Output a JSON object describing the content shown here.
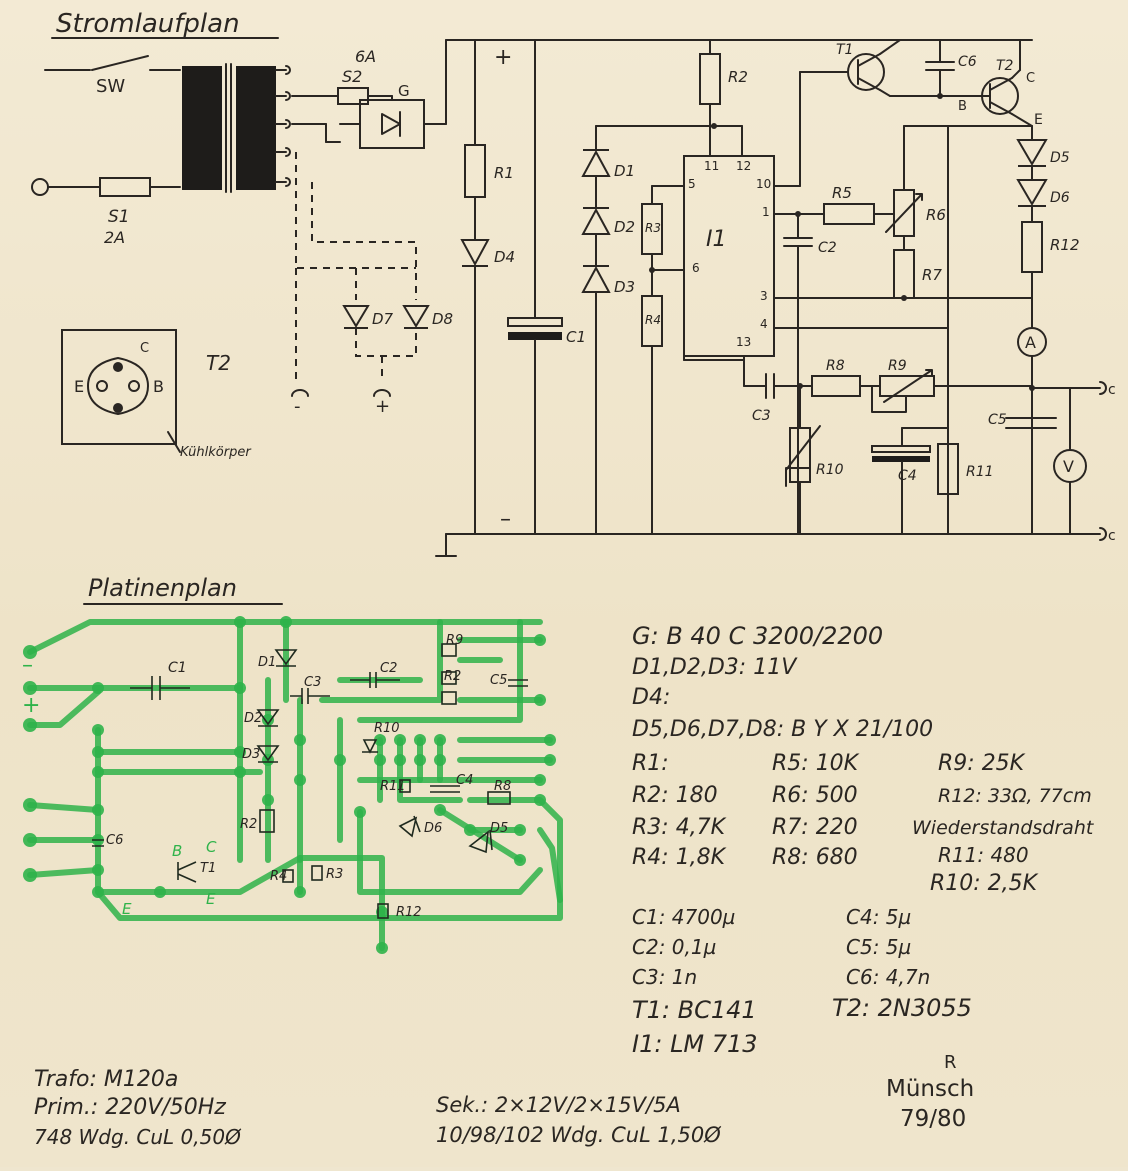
{
  "titles": {
    "schematic": "Stromlaufplan",
    "pcb": "Platinenplan"
  },
  "schematic_labels": {
    "sw": "SW",
    "s1": "S1",
    "s1_rating": "2A",
    "s2": "S2",
    "s2_rating": "6A",
    "g": "G",
    "plus": "+",
    "minus": "–",
    "r1": "R1",
    "r2": "R2",
    "r3": "R3",
    "r4": "R4",
    "r5": "R5",
    "r6": "R6",
    "r7": "R7",
    "r8": "R8",
    "r9": "R9",
    "r10": "R10",
    "r11": "R11",
    "r12": "R12",
    "d1": "D1",
    "d2": "D2",
    "d3": "D3",
    "d4": "D4",
    "d5": "D5",
    "d6": "D6",
    "d7": "D7",
    "d8": "D8",
    "c1": "C1",
    "c2": "C2",
    "c3": "C3",
    "c4": "C4",
    "c5": "C5",
    "c6": "C6",
    "t1": "T1",
    "t2": "T2",
    "i1": "I1",
    "pin11": "11",
    "pin12": "12",
    "pin5": "5",
    "pin10": "10",
    "pin1": "1",
    "pin6": "6",
    "pin3": "3",
    "pin4": "4",
    "pin13": "13",
    "b": "B",
    "c": "C",
    "e": "E",
    "ammeter": "A",
    "voltmeter": "V",
    "out_c1": "c",
    "out_c2": "c",
    "ac_minus": "-",
    "ac_plus": "+"
  },
  "inset": {
    "label": "T2",
    "e": "E",
    "b": "B",
    "c": "C",
    "heatsink": "Kühlkörper"
  },
  "pcb_labels": {
    "c1": "C1",
    "d1": "D1",
    "d2": "D2",
    "d3": "D3",
    "c2": "C2",
    "c3": "C3",
    "r9": "R9",
    "r2l": "R2",
    "c5": "C5",
    "r10": "R10",
    "r11": "R11",
    "c4": "C4",
    "r8": "R8",
    "r2": "R2",
    "d6": "D6",
    "d5": "D5",
    "c6": "C6",
    "t1": "T1",
    "r4": "R4",
    "r3": "R3",
    "r12": "R12",
    "b": "B",
    "c": "C",
    "e": "E",
    "plus": "+",
    "minus": "–",
    "e2": "E"
  },
  "parts": {
    "g": "G: B 40  C 3200/2200",
    "d123": "D1,D2,D3:  11V",
    "d4": "D4:",
    "d5678": "D5,D6,D7,D8:  B Y X  21/100",
    "r1": "R1:",
    "r5": "R5: 10K",
    "r9": "R9: 25K",
    "r2": "R2: 180",
    "r6": "R6: 500",
    "r12": "R12: 33Ω, 77cm",
    "r3": "R3: 4,7K",
    "r7": "R7: 220",
    "wire": "Wiederstandsdraht",
    "r4": "R4: 1,8K",
    "r8": "R8: 680",
    "r11": "R11: 480",
    "r10": "R10: 2,5K",
    "c1": "C1: 4700µ",
    "c4": "C4: 5µ",
    "c2": "C2: 0,1µ",
    "c5": "C5: 5µ",
    "c3": "C3: 1n",
    "c6": "C6: 4,7n",
    "t1": "T1: BC141",
    "t2": "T2: 2N3055",
    "i1": "I1: LM 713"
  },
  "footer": {
    "trafo": "Trafo: M120a",
    "prim": "Prim.: 220V/50Hz",
    "prim_turns": "748 Wdg.   CuL 0,50Ø",
    "sek": "Sek.:  2×12V/2×15V/5A",
    "sek_turns": "10/98/102 Wdg.   CuL 1,50Ø",
    "author": "Münsch",
    "date": "79/80",
    "initials": "R"
  }
}
